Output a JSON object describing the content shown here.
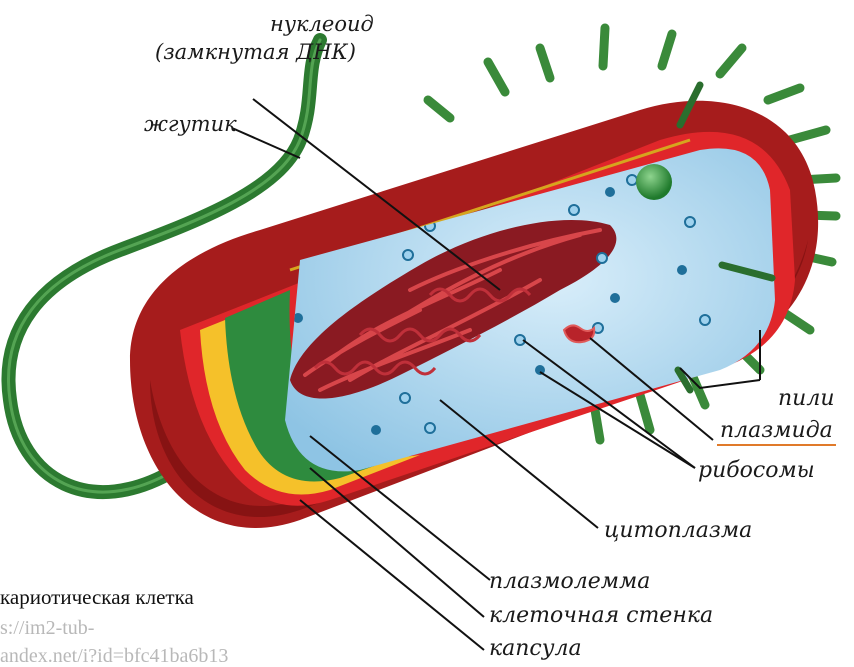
{
  "labels": {
    "nucleoid_line1": "нуклеоид",
    "nucleoid_line2": "(замкнутая ДНК)",
    "flagellum": "жгутик",
    "pili": "пили",
    "plasmid": "плазмида",
    "ribosomes": "рибосомы",
    "cytoplasm": "цитоплазма",
    "plasmalemma": "плазмолемма",
    "cell_wall": "клеточная стенка",
    "capsule": "капсула"
  },
  "caption": {
    "title": "кариотическая клетка",
    "source_line1": "s://im2-tub-",
    "source_line2": "andex.net/i?id=bfc41ba6b13"
  },
  "colors": {
    "capsule": "#a61c1c",
    "capsule_dark": "#7a1010",
    "cell_wall": "#e0262a",
    "plasmalemma_yellow": "#f5c12a",
    "membrane_green": "#2e8b3e",
    "cytoplasm": "#a9d6ef",
    "nucleoid": "#8a1a22",
    "flagellum": "#2c7a30",
    "pili": "#3a8a3a",
    "ribosome": "#1f6f9a",
    "plasmid_underline": "#e07a2a"
  }
}
